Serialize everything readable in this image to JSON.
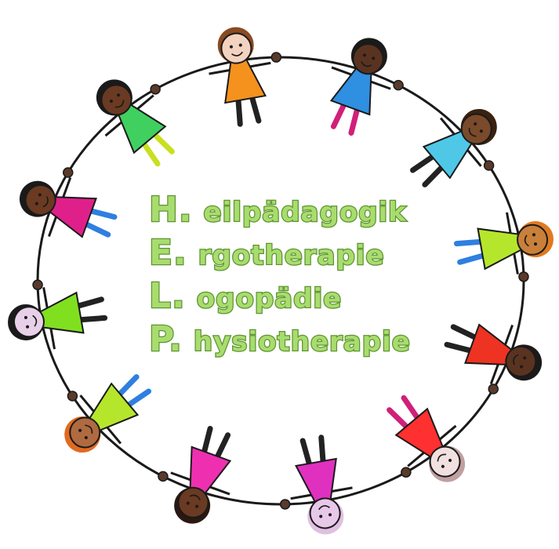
{
  "logo": {
    "lines": [
      {
        "initial": "H.",
        "rest": "eilpädagogik"
      },
      {
        "initial": "E.",
        "rest": "rgotherapie"
      },
      {
        "initial": "L.",
        "rest": "ogopädie"
      },
      {
        "initial": "P.",
        "rest": "hysiotherapie"
      }
    ]
  },
  "colors": {
    "text_fill": "#a9dc6e",
    "text_stroke": "#5c9430",
    "ring": "#1a1a1a"
  },
  "children": [
    {
      "skin": "#f3d3c0",
      "hair": "#8a4a22",
      "cloth": "#f5921e",
      "legs": "#222222"
    },
    {
      "skin": "#5a3320",
      "hair": "#1a1a1a",
      "cloth": "#2f8fe0",
      "legs": "#d0207a"
    },
    {
      "skin": "#7a4a2a",
      "hair": "#3a2210",
      "cloth": "#4fc8e8",
      "legs": "#222222"
    },
    {
      "skin": "#c8803a",
      "hair": "#e07a20",
      "cloth": "#b6e62c",
      "legs": "#2f7fe0"
    },
    {
      "skin": "#5a3320",
      "hair": "#1a1a1a",
      "cloth": "#ee3322",
      "legs": "#222222"
    },
    {
      "skin": "#f1e0e0",
      "hair": "#c0a0a0",
      "cloth": "#ff3030",
      "legs": "#d0207a"
    },
    {
      "skin": "#e8c8e8",
      "hair": "#e0c0e0",
      "cloth": "#e030c0",
      "legs": "#222222"
    },
    {
      "skin": "#6a3a22",
      "hair": "#2a1810",
      "cloth": "#ee30b0",
      "legs": "#222222"
    },
    {
      "skin": "#b06a40",
      "hair": "#e06a20",
      "cloth": "#b6e62c",
      "legs": "#2f7fe0"
    },
    {
      "skin": "#e8d0e8",
      "hair": "#1a1a1a",
      "cloth": "#80e020",
      "legs": "#222222"
    },
    {
      "skin": "#6a3a22",
      "hair": "#1a1a1a",
      "cloth": "#e0208a",
      "legs": "#2f7fe0"
    },
    {
      "skin": "#6a3a22",
      "hair": "#1a1a1a",
      "cloth": "#40d060",
      "legs": "#c8e020"
    }
  ]
}
